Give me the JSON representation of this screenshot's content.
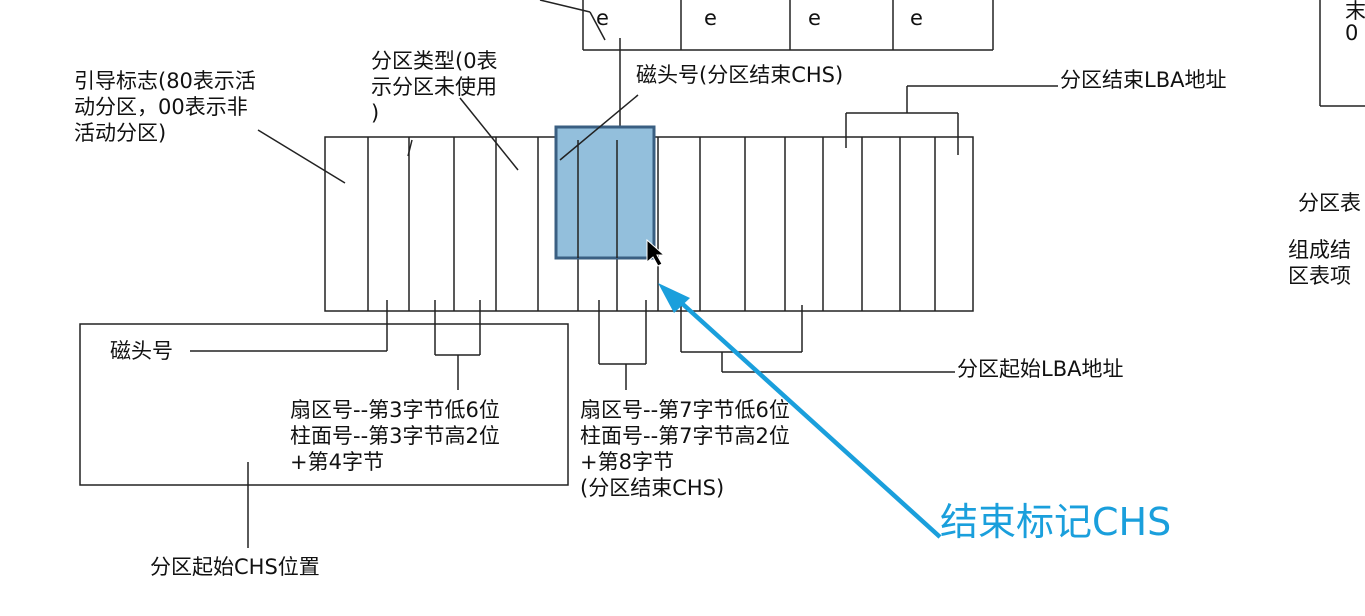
{
  "top_cells": [
    "e",
    "e",
    "e",
    "e"
  ],
  "right_box_fragment": {
    "line1": "末",
    "line2": "0"
  },
  "labels": {
    "boot_flag": "引导标志(80表示活\n动分区，00表示非\n活动分区)",
    "partition_type": "分区类型(0表\n示分区未使用\n)",
    "head_end": "磁头号(分区结束CHS)",
    "end_lba": "分区结束LBA地址",
    "right_frag_1": "分区表",
    "right_frag_2": "组成结\n区表项",
    "head_start": "磁头号",
    "sector_cyl_start": "扇区号--第3字节低6位\n柱面号--第3字节高2位\n+第4字节",
    "sector_cyl_end": "扇区号--第7字节低6位\n柱面号--第7字节高2位\n+第8字节\n(分区结束CHS)",
    "start_lba": "分区起始LBA地址",
    "start_chs": "分区起始CHS位置"
  },
  "annotation": {
    "text": "结束标记CHS",
    "color": "#1a9fdc"
  },
  "highlight_color": "#93bfdc"
}
